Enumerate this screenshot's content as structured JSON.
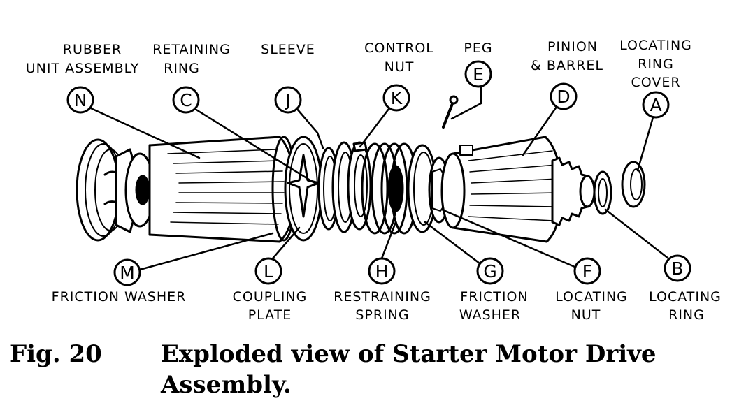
{
  "figure": {
    "label": "Fig. 20",
    "title_line1": "Exploded view of Starter Motor Drive",
    "title_line2": "Assembly."
  },
  "parts": {
    "N": {
      "letter": "N",
      "lines": [
        "RUBBER",
        "UNIT ASSEMBLY"
      ]
    },
    "C": {
      "letter": "C",
      "lines": [
        "RETAINING",
        "RING"
      ]
    },
    "J": {
      "letter": "J",
      "lines": [
        "SLEEVE"
      ]
    },
    "K": {
      "letter": "K",
      "lines": [
        "CONTROL",
        "NUT"
      ]
    },
    "E": {
      "letter": "E",
      "lines": [
        "PEG"
      ]
    },
    "D": {
      "letter": "D",
      "lines": [
        "PINION",
        "& BARREL"
      ]
    },
    "A": {
      "letter": "A",
      "lines": [
        "LOCATING",
        "RING",
        "COVER"
      ]
    },
    "M": {
      "letter": "M",
      "lines": [
        "FRICTION WASHER"
      ]
    },
    "L": {
      "letter": "L",
      "lines": [
        "COUPLING",
        "PLATE"
      ]
    },
    "H": {
      "letter": "H",
      "lines": [
        "RESTRAINING",
        "SPRING"
      ]
    },
    "G": {
      "letter": "G",
      "lines": [
        "FRICTION",
        "WASHER"
      ]
    },
    "F": {
      "letter": "F",
      "lines": [
        "LOCATING",
        "NUT"
      ]
    },
    "B": {
      "letter": "B",
      "lines": [
        "LOCATING",
        "RING"
      ]
    }
  }
}
